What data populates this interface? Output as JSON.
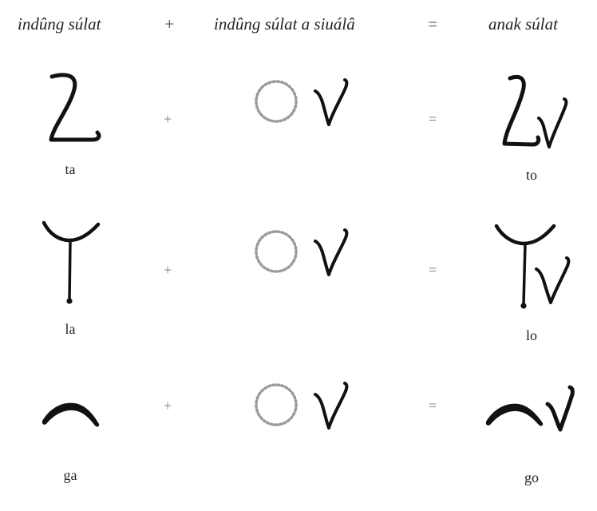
{
  "header": {
    "base": "indûng súlat",
    "plus": "+",
    "vowel_mark": "indûng súlat a siuálâ",
    "equals": "=",
    "result": "anak súlat"
  },
  "rows": [
    {
      "base_label": "ta",
      "plus": "+",
      "equals": "=",
      "result_label": "to"
    },
    {
      "base_label": "la",
      "plus": "+",
      "equals": "=",
      "result_label": "lo"
    },
    {
      "base_label": "ga",
      "plus": "+",
      "equals": "=",
      "result_label": "go"
    }
  ]
}
